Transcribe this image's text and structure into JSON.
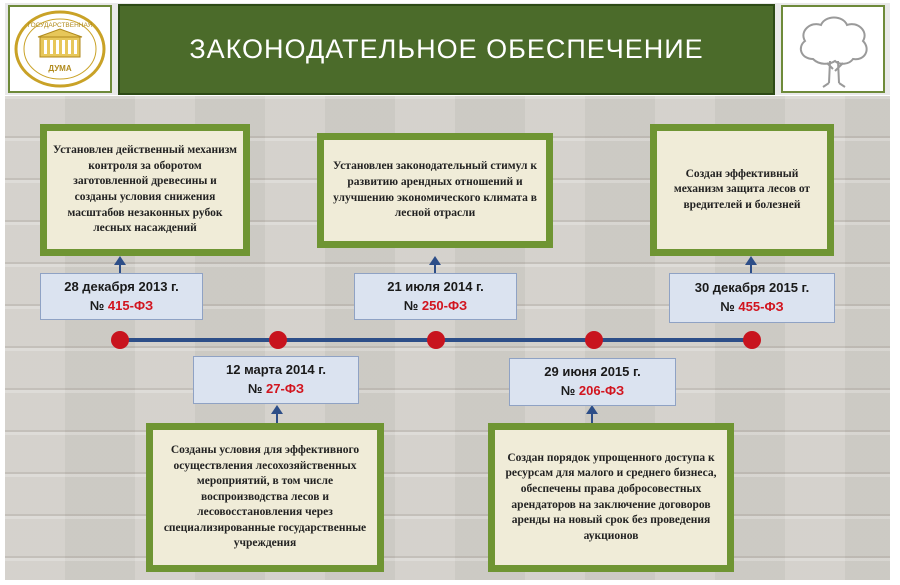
{
  "header": {
    "title": "ЗАКОНОДАТЕЛЬНОЕ ОБЕСПЕЧЕНИЕ",
    "logo_left_top": "ГОСУДАРСТВЕННАЯ",
    "logo_left_bottom": "ДУМА",
    "logo_right_icon": "tree-icon"
  },
  "colors": {
    "title_bg": "#4b6b2a",
    "box_border": "#6f9533",
    "box_fill": "#f0ecd8",
    "timeline": "#2d4e88",
    "milestone": "#c8141e",
    "date_fill": "#dbe3f0",
    "law_number": "#d2141e"
  },
  "milestones": [
    {
      "date": "28 декабря 2013 г.",
      "law_prefix": "№",
      "law_number": "415-ФЗ",
      "text": "Установлен действенный механизм контроля за оборотом заготовленной древесины и созданы условия снижения масштабов незаконных рубок лесных насаждений"
    },
    {
      "date": "12 марта 2014 г.",
      "law_prefix": "№",
      "law_number": "27-ФЗ",
      "text": "Созданы условия для эффективного осуществления лесохозяйственных мероприятий, в том числе воспроизводства лесов и лесовосстановления через специализированные государственные учреждения"
    },
    {
      "date": "21 июля 2014 г.",
      "law_prefix": "№",
      "law_number": "250-ФЗ",
      "text": "Установлен законодательный стимул к развитию арендных отношений и улучшению экономического климата в лесной отрасли"
    },
    {
      "date": "29 июня 2015 г.",
      "law_prefix": "№",
      "law_number": "206-ФЗ",
      "text": "Создан порядок упрощенного доступа к ресурсам для малого и среднего бизнеса, обеспечены права добросовестных арендаторов на заключение договоров аренды на новый срок без проведения аукционов"
    },
    {
      "date": "30 декабря 2015 г.",
      "law_prefix": "№",
      "law_number": "455-ФЗ",
      "text": "Создан эффективный механизм защита лесов от вредителей и болезней"
    }
  ]
}
